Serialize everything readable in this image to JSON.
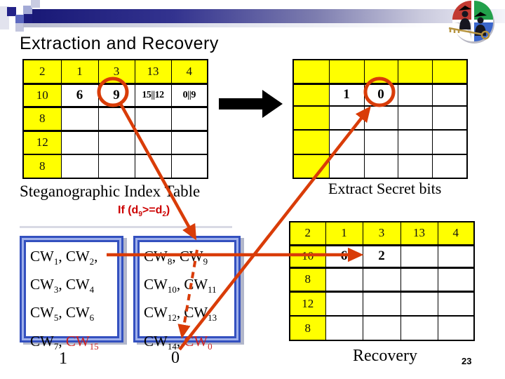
{
  "slide": {
    "title": "Extraction and Recovery",
    "page_number": "23"
  },
  "labels": {
    "steg_table": "Steganographic Index Table",
    "extract_bits": "Extract Secret bits",
    "recovery": "Recovery",
    "bit_one": "1",
    "bit_zero": "0",
    "condition": {
      "prefix": "If (d",
      "sub_a": "9",
      "middle": ">=d",
      "sub_b": "2",
      "suffix": ")"
    }
  },
  "index_table": {
    "header": [
      "2",
      "1",
      "3",
      "13",
      "4"
    ],
    "row_labels": [
      "10",
      "8",
      "12",
      "8"
    ],
    "rows": [
      [
        "6",
        "9",
        "15||12",
        "0||9"
      ],
      [
        "",
        "",
        "",
        ""
      ],
      [
        "",
        "",
        "",
        ""
      ],
      [
        "",
        "",
        "",
        ""
      ]
    ]
  },
  "secret_table": {
    "header": [
      "",
      "",
      "",
      "",
      ""
    ],
    "row_labels": [
      "",
      "",
      "",
      ""
    ],
    "rows": [
      [
        "1",
        "0",
        "",
        ""
      ],
      [
        "",
        "",
        "",
        ""
      ],
      [
        "",
        "",
        "",
        ""
      ],
      [
        "",
        "",
        "",
        ""
      ]
    ]
  },
  "recovery_table": {
    "header": [
      "2",
      "1",
      "3",
      "13",
      "4"
    ],
    "row_labels": [
      "10",
      "8",
      "12",
      "8"
    ],
    "rows": [
      [
        "6",
        "2",
        "",
        ""
      ],
      [
        "",
        "",
        "",
        ""
      ],
      [
        "",
        "",
        "",
        ""
      ],
      [
        "",
        "",
        "",
        ""
      ]
    ]
  },
  "codeword_groups": [
    {
      "name": "group-1-bit-1",
      "lines": [
        {
          "items": [
            {
              "base": "CW",
              "sub": "1",
              "red": false
            },
            {
              "base": "CW",
              "sub": "2",
              "red": false
            }
          ],
          "trailing_comma": true
        },
        {
          "items": [
            {
              "base": "CW",
              "sub": "3",
              "red": false
            },
            {
              "base": "CW",
              "sub": "4",
              "red": false
            }
          ],
          "trailing_comma": false
        },
        {
          "items": [
            {
              "base": "CW",
              "sub": "5",
              "red": false
            },
            {
              "base": "CW",
              "sub": "6",
              "red": false
            }
          ],
          "trailing_comma": false
        },
        {
          "items": [
            {
              "base": "CW",
              "sub": "7",
              "red": false
            },
            {
              "base": "CW",
              "sub": "15",
              "red": true
            }
          ],
          "trailing_comma": false
        }
      ]
    },
    {
      "name": "group-2-bit-0",
      "lines": [
        {
          "items": [
            {
              "base": "CW",
              "sub": "8",
              "red": false
            },
            {
              "base": "CW",
              "sub": "9",
              "red": false
            }
          ],
          "trailing_comma": false
        },
        {
          "items": [
            {
              "base": "CW",
              "sub": "10",
              "red": false
            },
            {
              "base": "CW",
              "sub": "11",
              "red": false
            }
          ],
          "trailing_comma": false
        },
        {
          "items": [
            {
              "base": "CW",
              "sub": "12",
              "red": false
            },
            {
              "base": "CW",
              "sub": "13",
              "red": false
            }
          ],
          "trailing_comma": false
        },
        {
          "items": [
            {
              "base": "CW",
              "sub": "14",
              "red": false
            },
            {
              "base": "CW",
              "sub": "0",
              "red": true
            }
          ],
          "trailing_comma": false
        }
      ]
    }
  ],
  "colors": {
    "accent_red": "#d93c08",
    "condition_red": "#cc0000",
    "codeword_red": "#cc2222",
    "cell_yellow": "#ffff00",
    "frame_blue": "#3350bf",
    "bar_navy": "#191977"
  },
  "icons": {
    "logo": "graduates-and-key-logo",
    "flow_arrow": "right-block-arrow",
    "circle_9": "red-circle-highlight",
    "circle_0": "red-circle-highlight"
  }
}
